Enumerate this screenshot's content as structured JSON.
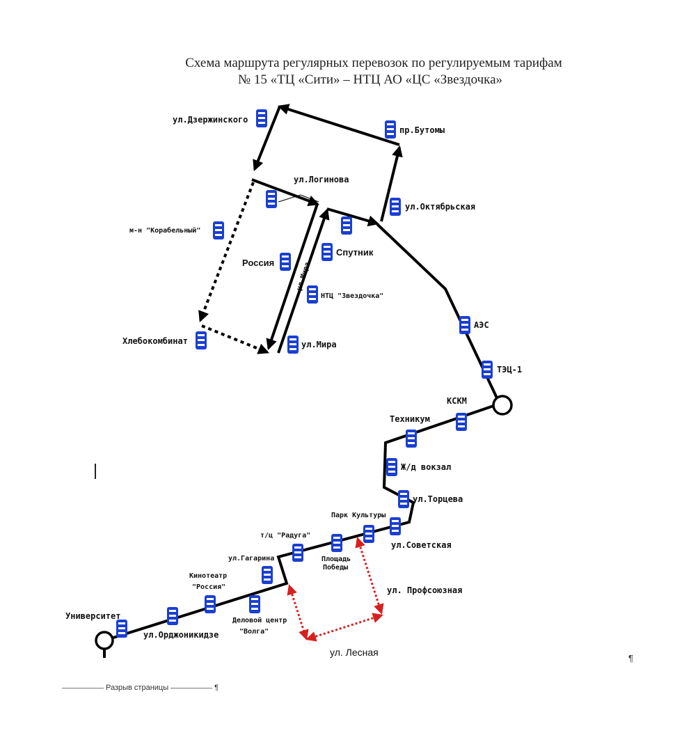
{
  "title": {
    "line1": "Схема маршрута регулярных перевозок по регулируемым тарифам",
    "line2": "№ 15 «ТЦ «Сити» – НТЦ АО «ЦС «Звездочка»"
  },
  "streets": {
    "loginova": "ул.Логинова",
    "mira_vertical": "ул.Мира",
    "profsoyuznaya": "ул. Профсоюзная",
    "lesnaya": "ул. Лесная"
  },
  "stops": {
    "dzerzhinskogo": "ул.Дзержинского",
    "butomy": "пр.Бутомы",
    "oktyabrskaya": "ул.Октябрьская",
    "korabelny": "м-н \"Корабельный\"",
    "rossiya_north": "Россия",
    "sputnik": "Спутник",
    "ntc_zvezdochka": "НТЦ \"Звездочка\"",
    "khlebokombinat": "Хлебокомбинат",
    "mira": "ул.Мира",
    "aes": "АЭС",
    "tets1": "ТЭЦ-1",
    "kskm": "КСКМ",
    "tekhnikum": "Техникум",
    "vokzal": "Ж/д вокзал",
    "tortseva": "ул.Торцева",
    "park_kultury": "Парк Культуры",
    "sovetskaya": "ул.Советская",
    "raduga": "т/ц \"Радуга\"",
    "ploshchad_pobedy_1": "Площадь",
    "ploshchad_pobedy_2": "Победы",
    "gagarina": "ул.Гагарина",
    "kinoteatr_1": "Кинотеатр",
    "kinoteatr_2": "\"Россия\"",
    "delovoy_1": "Деловой центр",
    "delovoy_2": "\"Волга\"",
    "universitet": "Университет",
    "ordzhonikidze": "ул.Орджоникидзе"
  },
  "footer": {
    "page_break": "Разрыв страницы",
    "pilcrow": "¶",
    "pilcrow_right": "¶"
  },
  "colors": {
    "route": "#000000",
    "detour": "#d62020",
    "stop_icon": "#1a3fd1"
  }
}
